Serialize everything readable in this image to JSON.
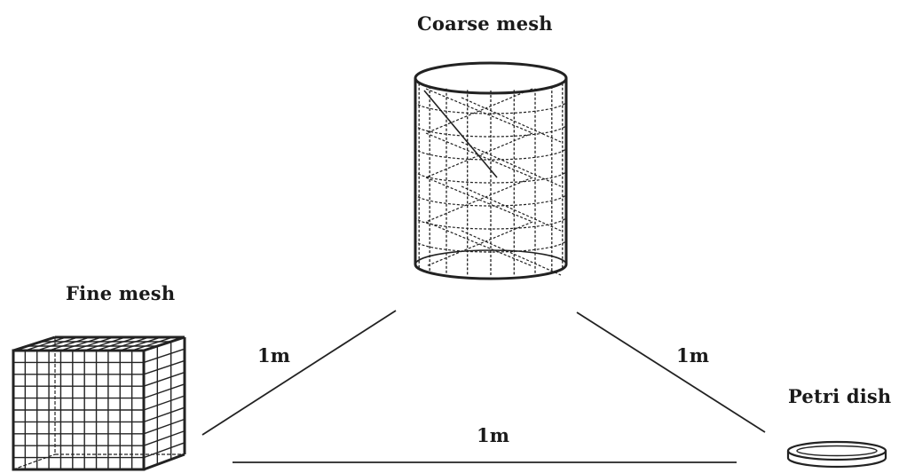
{
  "labels": {
    "coarse_mesh": "Coarse mesh",
    "fine_mesh": "Fine mesh",
    "petri_dish": "Petri dish",
    "distance_left": "1m",
    "distance_right": "1m",
    "distance_bottom": "1m"
  },
  "colors": {
    "line": "#1a1a1a",
    "mesh": "#333333",
    "background": "#ffffff"
  },
  "icons": {
    "coarse_mesh": "cylinder-mesh-icon",
    "fine_mesh": "cube-grid-icon",
    "petri_dish": "petri-dish-icon"
  }
}
